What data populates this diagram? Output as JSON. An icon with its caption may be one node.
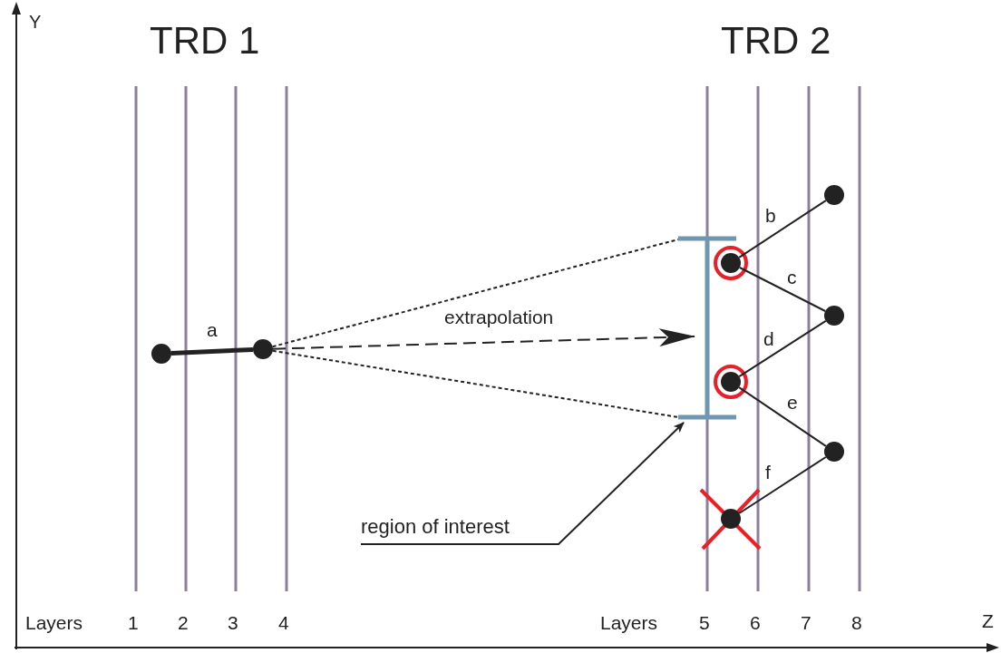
{
  "diagram": {
    "nodes": [
      {
        "text": [],
        "shape": "circle"
      },
      {
        "text": [],
        "shape": "circle"
      },
      {
        "text": [],
        "shape": "bar"
      },
      {
        "text": [],
        "shape": "circle"
      },
      {
        "text": [],
        "shape": "circle"
      },
      {
        "text": [],
        "shape": "circle"
      },
      {
        "text": [],
        "shape": "circle"
      },
      {
        "text": [],
        "shape": "circle"
      },
      {
        "text": [],
        "shape": "circle"
      },
      {
        "text": [
          "region of interest"
        ]
      }
    ],
    "edges": [
      {
        "from": 0,
        "to": 1,
        "arrow": "none",
        "label": "a",
        "style": "thick"
      },
      {
        "from": 1,
        "to": 2,
        "arrow": "none",
        "style": "dashed"
      },
      {
        "from": 1,
        "to": 2,
        "arrow": "to",
        "label": "extrapolation",
        "style": "dashed"
      },
      {
        "from": 1,
        "to": 2,
        "arrow": "none",
        "style": "dashed"
      },
      {
        "from": 4,
        "to": 3,
        "arrow": "none",
        "label": "b"
      },
      {
        "from": 4,
        "to": 5,
        "arrow": "none",
        "label": "c"
      },
      {
        "from": 6,
        "to": 5,
        "arrow": "none",
        "label": "d"
      },
      {
        "from": 6,
        "to": 7,
        "arrow": "none",
        "label": "e"
      },
      {
        "from": 8,
        "to": 7,
        "arrow": "none",
        "label": "f"
      },
      {
        "from": 9,
        "to": 2,
        "arrow": "to"
      }
    ],
    "labels": [
      "Y",
      "TRD 1",
      "TRD 2",
      "Layers",
      "1",
      "2",
      "3",
      "4",
      "Layers",
      "5",
      "6",
      "7",
      "8",
      "Z"
    ]
  }
}
